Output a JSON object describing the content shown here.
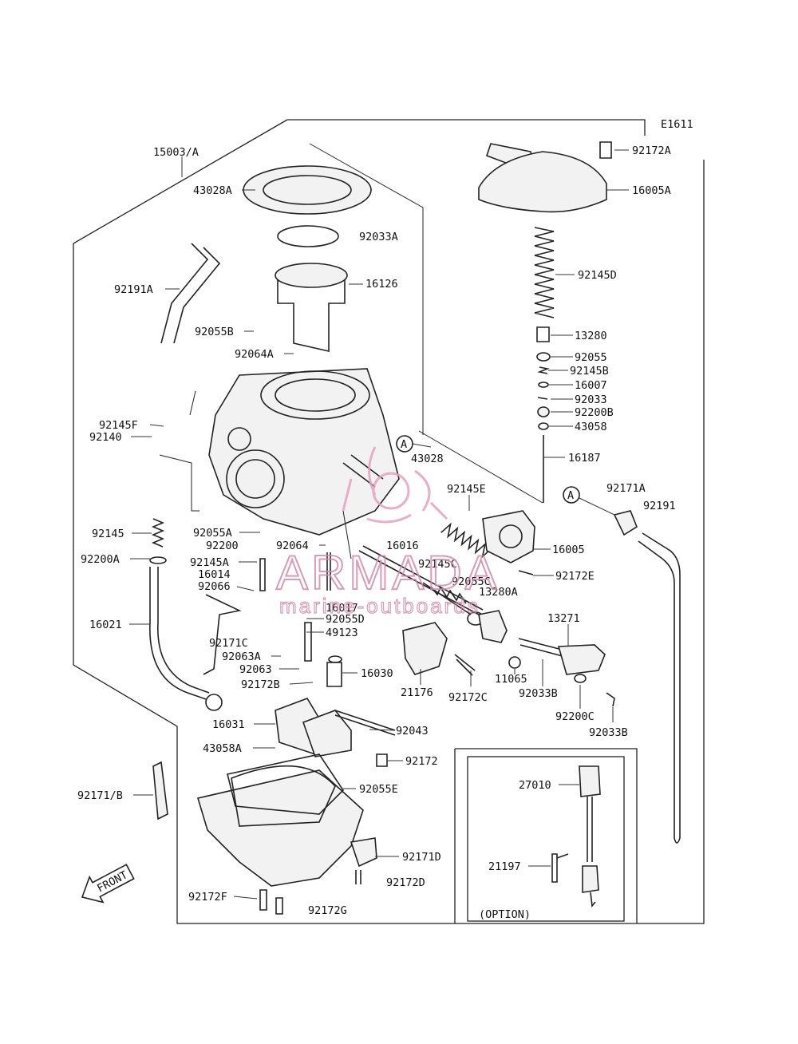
{
  "diagram_code": "E1611",
  "watermark": {
    "brand": "ARMADA",
    "tagline": "marine-outboards",
    "color": "#e8a0c0"
  },
  "callout_ref": "A",
  "front_label": "FRONT",
  "option_label": "(OPTION)",
  "labels": {
    "l15003A": "15003/A",
    "l43028A": "43028A",
    "l92033A": "92033A",
    "l16126": "16126",
    "l92191A": "92191A",
    "l92055B": "92055B",
    "l92064A": "92064A",
    "l92145F": "92145F",
    "l92140": "92140",
    "l43028": "43028",
    "l92145": "92145",
    "l92055A": "92055A",
    "l92200": "92200",
    "l92064": "92064",
    "l92200A": "92200A",
    "l92145A": "92145A",
    "l16014": "16014",
    "l92066": "92066",
    "l16016": "16016",
    "l92145C": "92145C",
    "l92055C": "92055C",
    "l13280A": "13280A",
    "l16017": "16017",
    "l92055D": "92055D",
    "l49123": "49123",
    "l16021": "16021",
    "l92171C": "92171C",
    "l92063A": "92063A",
    "l92063": "92063",
    "l16030": "16030",
    "l92172B": "92172B",
    "l21176": "21176",
    "l92172C": "92172C",
    "l16031": "16031",
    "l92043": "92043",
    "l43058A": "43058A",
    "l92172": "92172",
    "l92055E": "92055E",
    "l92171B": "92171/B",
    "l92171D": "92171D",
    "l92172D": "92172D",
    "l92172F": "92172F",
    "l92172G": "92172G",
    "l92172A": "92172A",
    "l16005A": "16005A",
    "l92145D": "92145D",
    "l13280": "13280",
    "l92055": "92055",
    "l92145B": "92145B",
    "l16007": "16007",
    "l92033": "92033",
    "l92200B": "92200B",
    "l43058": "43058",
    "l16187": "16187",
    "l92145E": "92145E",
    "l92171A": "92171A",
    "l92191": "92191",
    "l16005": "16005",
    "l92172E": "92172E",
    "l13271": "13271",
    "l11065": "11065",
    "l92033B1": "92033B",
    "l92200C": "92200C",
    "l92033B2": "92033B",
    "l27010": "27010",
    "l21197": "21197"
  }
}
